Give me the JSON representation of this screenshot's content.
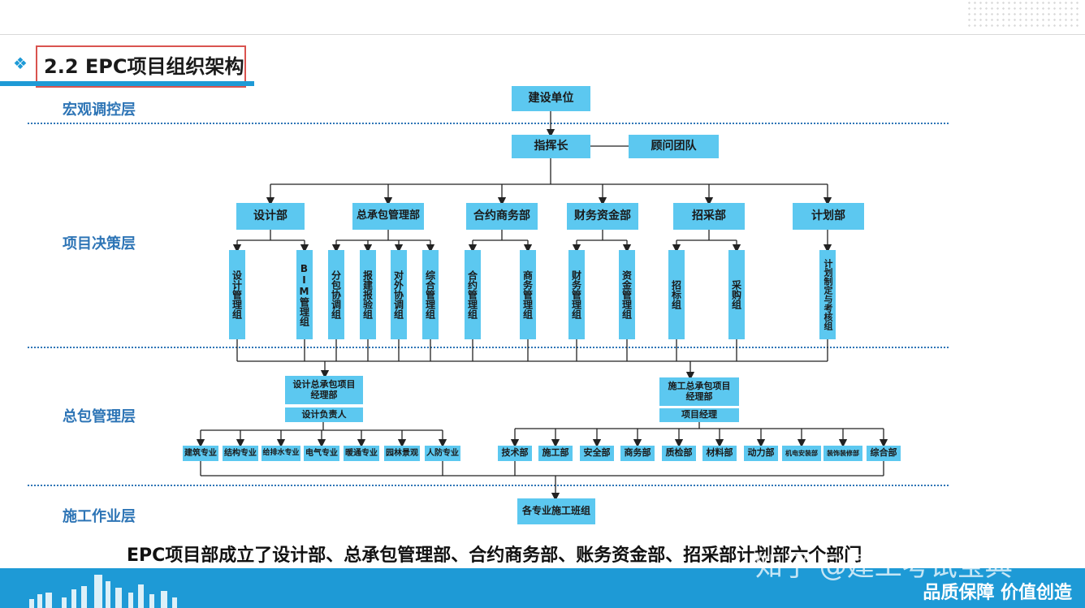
{
  "header": {
    "title": "2.2 EPC项目组织架构"
  },
  "layers": [
    "宏观调控层",
    "项目决策层",
    "总包管理层",
    "施工作业层"
  ],
  "org": {
    "owner": "建设单位",
    "commander": "指挥长",
    "advisor": "顾问团队",
    "departments": [
      "设计部",
      "总承包管理部",
      "合约商务部",
      "财务资金部",
      "招采部",
      "计划部"
    ],
    "groups": [
      "设计管理组",
      "BIM管理组",
      "分包协调组",
      "报建报验组",
      "对外协调组",
      "综合管理组",
      "合约管理组",
      "商务管理组",
      "财务管理组",
      "资金管理组",
      "招标组",
      "采购组",
      "计划制定与考核组"
    ],
    "design_pm": "设计总承包项目经理部",
    "design_lead": "设计负责人",
    "design_specialties": [
      "建筑专业",
      "结构专业",
      "给排水专业",
      "电气专业",
      "暖通专业",
      "园林景观",
      "人防专业"
    ],
    "construction_pm": "施工总承包项目经理部",
    "construction_lead": "项目经理",
    "construction_depts": [
      "技术部",
      "施工部",
      "安全部",
      "商务部",
      "质检部",
      "材料部",
      "动力部",
      "机电安装部",
      "装饰装修部",
      "综合部"
    ],
    "work_teams": "各专业施工班组"
  },
  "summary": "EPC项目部成立了设计部、总承包管理部、合约商务部、账务资金部、招采部计划部六个部门",
  "footer": {
    "slogan": "品质保障   价值创造",
    "watermark": "知乎 @建工考试宝典"
  },
  "colors": {
    "box": "#5cc8f0",
    "accent": "#1e9ad6",
    "layer_text": "#2e75b6",
    "title_border": "#d9534f"
  }
}
